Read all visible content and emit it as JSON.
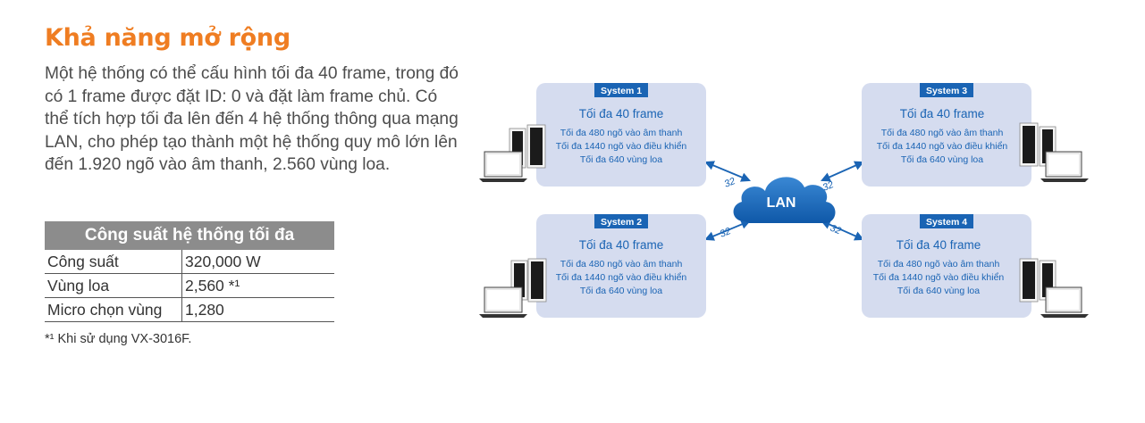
{
  "title": "Khả năng mở rộng",
  "paragraph": "Một hệ thống có thể cấu hình tối đa 40 frame, trong đó có 1 frame được đặt ID: 0 và đặt làm frame chủ. Có thể tích hợp tối đa lên đến 4 hệ thống thông qua mạng LAN, cho phép tạo thành một hệ thống quy mô lớn lên đến 1.920 ngõ vào âm thanh, 2.560 vùng loa.",
  "table": {
    "header": "Công suất hệ thống tối đa",
    "rows": [
      {
        "label": "Công suất",
        "value": "320,000 W"
      },
      {
        "label": "Vùng loa",
        "value": "2,560 *¹"
      },
      {
        "label": "Micro chọn vùng",
        "value": "1,280"
      }
    ]
  },
  "footnote": "*¹ Khi sử dụng VX-3016F.",
  "diagram": {
    "lan_label": "LAN",
    "port_count": "32",
    "colors": {
      "box": "#d5dcef",
      "label_bg": "#1a64b4",
      "text": "#1a64b4",
      "cloud": "#1a64b4",
      "arrow": "#1a64b4"
    },
    "systems": [
      {
        "label": "System 1",
        "head": "Tối đa 40 frame",
        "line1": "Tối đa 480 ngõ vào âm thanh",
        "line2": "Tối đa 1440 ngõ vào điều khiển",
        "line3": "Tối đa 640 vùng loa"
      },
      {
        "label": "System 2",
        "head": "Tối đa 40 frame",
        "line1": "Tối đa 480 ngõ vào âm thanh",
        "line2": "Tối đa 1440 ngõ vào điều khiển",
        "line3": "Tối đa 640 vùng loa"
      },
      {
        "label": "System 3",
        "head": "Tối đa 40 frame",
        "line1": "Tối đa 480 ngõ vào âm thanh",
        "line2": "Tối đa 1440 ngõ vào điều khiển",
        "line3": "Tối đa 640 vùng loa"
      },
      {
        "label": "System 4",
        "head": "Tối đa 40 frame",
        "line1": "Tối đa 480 ngõ vào âm thanh",
        "line2": "Tối đa 1440 ngõ vào điều khiển",
        "line3": "Tối đa 640 vùng loa"
      }
    ]
  }
}
